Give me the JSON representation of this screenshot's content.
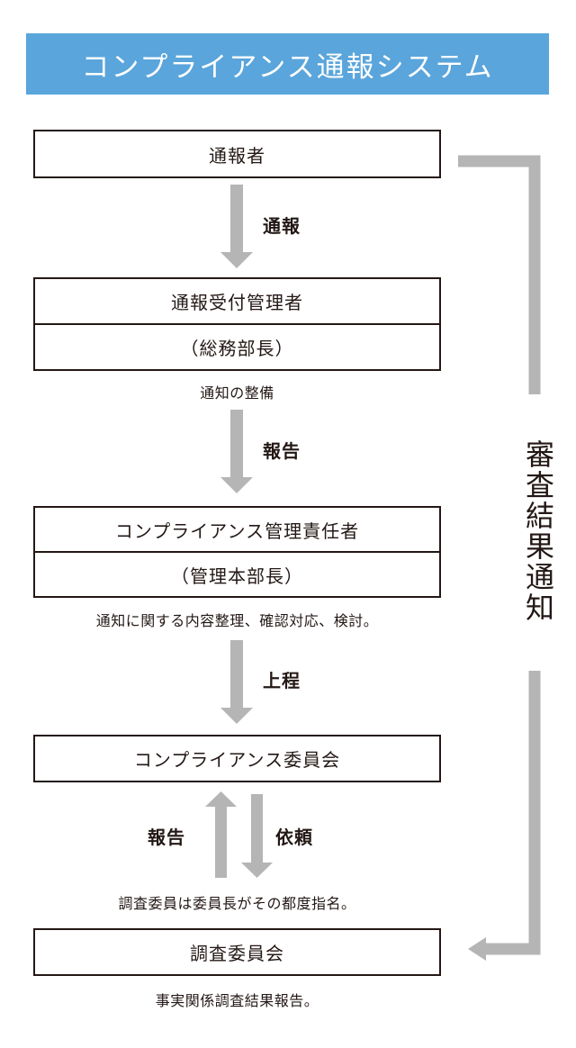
{
  "title": "コンプライアンス通報システム",
  "nodes": {
    "reporter": "通報者",
    "receiver": [
      "通報受付管理者",
      "（総務部長）"
    ],
    "manager": [
      "コンプライアンス管理責任者",
      "（管理本部長）"
    ],
    "committee": "コンプライアンス委員会",
    "investigation": "調査委員会"
  },
  "notes": {
    "receiver": "通知の整備",
    "manager": "通知に関する内容整理、確認対応、検討。",
    "committee": "調査委員は委員長がその都度指名。",
    "investigation": "事実関係調査結果報告。"
  },
  "edges": {
    "report1": "通報",
    "report2": "報告",
    "submit": "上程",
    "report3": "報告",
    "request": "依頼"
  },
  "side_label": "審査結果通知",
  "colors": {
    "title_bg": "#5aa5db",
    "arrow": "#b5b5b6",
    "border": "#231815"
  }
}
